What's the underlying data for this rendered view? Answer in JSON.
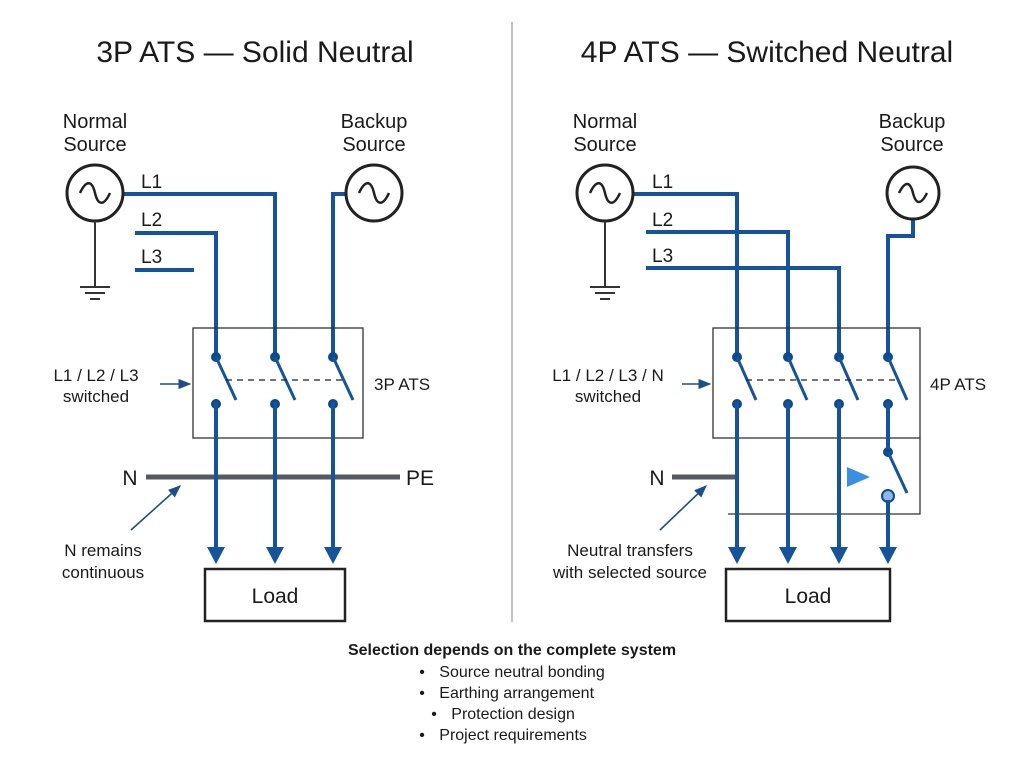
{
  "left": {
    "title": "3P ATS — Solid Neutral",
    "normal_source": [
      "Normal",
      "Source"
    ],
    "backup_source": [
      "Backup",
      "Source"
    ],
    "phases": [
      "L1",
      "L2",
      "L3"
    ],
    "switched_label": [
      "L1 / L2 / L3",
      "switched"
    ],
    "ats_label": "3P ATS",
    "n_label": "N",
    "pe_label": "PE",
    "neutral_note": [
      "N remains",
      "continuous"
    ],
    "load_label": "Load"
  },
  "right": {
    "title": "4P ATS — Switched Neutral",
    "normal_source": [
      "Normal",
      "Source"
    ],
    "backup_source": [
      "Backup",
      "Source"
    ],
    "phases": [
      "L1",
      "L2",
      "L3"
    ],
    "switched_label": [
      "L1 / L2 / L3 / N",
      "switched"
    ],
    "ats_label": "4P ATS",
    "n_label": "N",
    "neutral_note": [
      "Neutral transfers",
      "with selected source"
    ],
    "load_label": "Load"
  },
  "footer": {
    "heading": "Selection depends on the complete system",
    "items": [
      "Source neutral bonding",
      "Earthing arrangement",
      "Protection design",
      "Project requirements"
    ]
  },
  "colors": {
    "wire": "#15549a",
    "neutral_bus": "#555a60",
    "transfer_arrow": "#3a8fe0"
  },
  "icons": [
    "ac-source-icon",
    "ground-icon",
    "arrow-icon"
  ]
}
